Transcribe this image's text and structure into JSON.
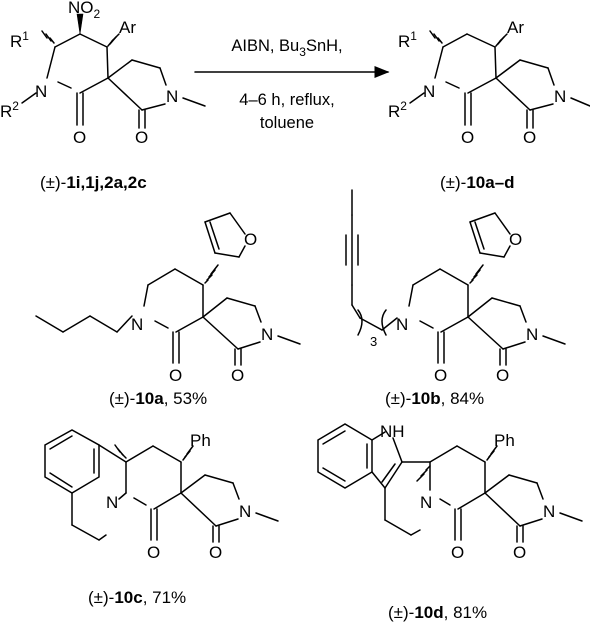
{
  "reaction": {
    "reagents": "AIBN, Bu3SnH,",
    "conditions_time": "4–6 h, reflux,",
    "solvent": "toluene",
    "reactant_label_prefix": "(±)-",
    "reactant_label_bold": "1i,1j,2a,2c",
    "product_label_prefix": "(±)-",
    "product_label_bold": "10a–d"
  },
  "atoms": {
    "nitro": "NO2",
    "aryl": "Ar",
    "r1": "R1",
    "r2": "R2",
    "nitrogen": "N",
    "oxygen": "O",
    "indole_nh": "NH",
    "phenyl": "Ph",
    "chain_repeat": "3"
  },
  "compounds": [
    {
      "prefix": "(±)-",
      "id": "10a",
      "yield": ", 53%"
    },
    {
      "prefix": "(±)-",
      "id": "10b",
      "yield": ", 84%"
    },
    {
      "prefix": "(±)-",
      "id": "10c",
      "yield": ", 71%"
    },
    {
      "prefix": "(±)-",
      "id": "10d",
      "yield": ", 81%"
    }
  ]
}
